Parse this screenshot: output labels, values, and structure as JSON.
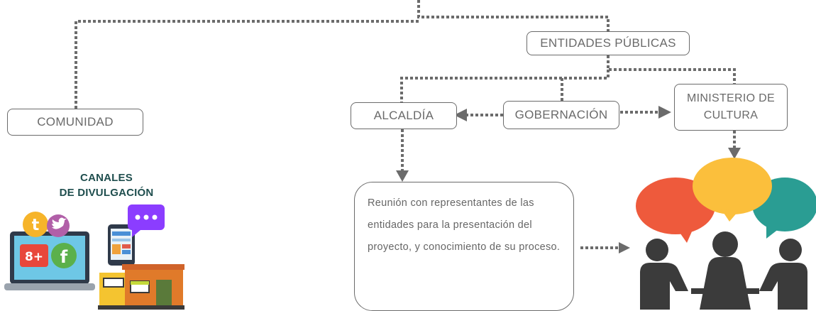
{
  "nodes": {
    "entidades": "ENTIDADES PÚBLICAS",
    "comunidad": "COMUNIDAD",
    "alcaldia": "ALCALDÍA",
    "gobernacion": "GOBERNACIÓN",
    "ministerio_line1": "MINISTERIO DE",
    "ministerio_line2": "CULTURA",
    "reunion": "Reunión con representantes de las entidades para la presentación del proyecto, y conocimiento de su proceso."
  },
  "canales": {
    "line1": "CANALES",
    "line2": "DE DIVULGACIÓN"
  },
  "colors": {
    "connector": "#6b6b6b",
    "bubble_red": "#ee5a3c",
    "bubble_yellow": "#fbbf3c",
    "bubble_teal": "#2a9d93",
    "people": "#3b3b3b",
    "canales_text": "#1f4e4e"
  },
  "icons": [
    "twitter-icon",
    "google-plus-icon",
    "facebook-icon",
    "chat-icon",
    "tablet-icon",
    "laptop-icon",
    "store-icon",
    "meeting-icon"
  ]
}
